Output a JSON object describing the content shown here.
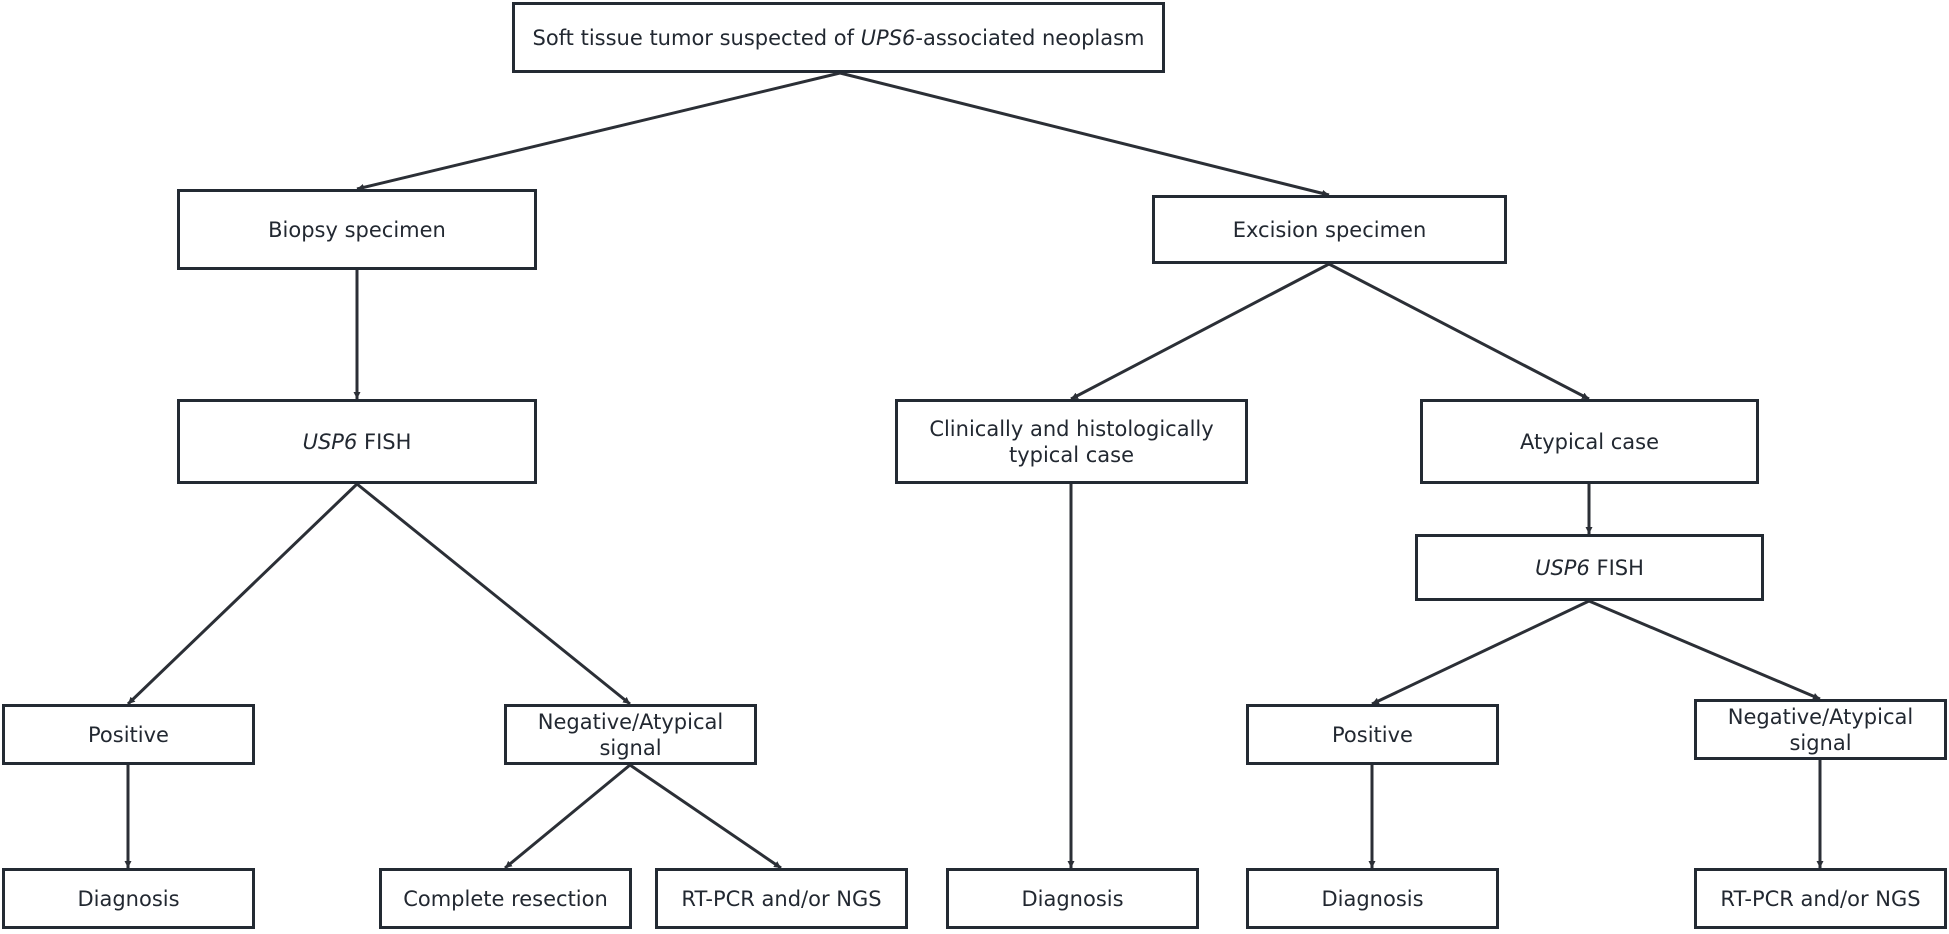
{
  "nodes": {
    "root": {
      "pre": "Soft tissue tumor suspected of ",
      "em": "UPS6",
      "post": "-associated neoplasm"
    },
    "biopsy": {
      "label": "Biopsy specimen"
    },
    "excision": {
      "label": "Excision specimen"
    },
    "fish_left": {
      "em": "USP6",
      "post": " FISH"
    },
    "typical": {
      "label": "Clinically and histologically typical case"
    },
    "atypical": {
      "label": "Atypical case"
    },
    "fish_right": {
      "em": "USP6",
      "post": " FISH"
    },
    "pos_left": {
      "label": "Positive"
    },
    "neg_left": {
      "label": "Negative/Atypical signal"
    },
    "pos_right": {
      "label": "Positive"
    },
    "neg_right": {
      "label": "Negative/Atypical signal"
    },
    "diag_1": {
      "label": "Diagnosis"
    },
    "resection": {
      "label": "Complete resection"
    },
    "rtpcr_left": {
      "label": "RT-PCR and/or NGS"
    },
    "diag_2": {
      "label": "Diagnosis"
    },
    "diag_3": {
      "label": "Diagnosis"
    },
    "rtpcr_right": {
      "label": "RT-PCR and/or NGS"
    }
  },
  "colors": {
    "line": "#2b2f36",
    "border": "#232a33",
    "text": "#222831"
  }
}
